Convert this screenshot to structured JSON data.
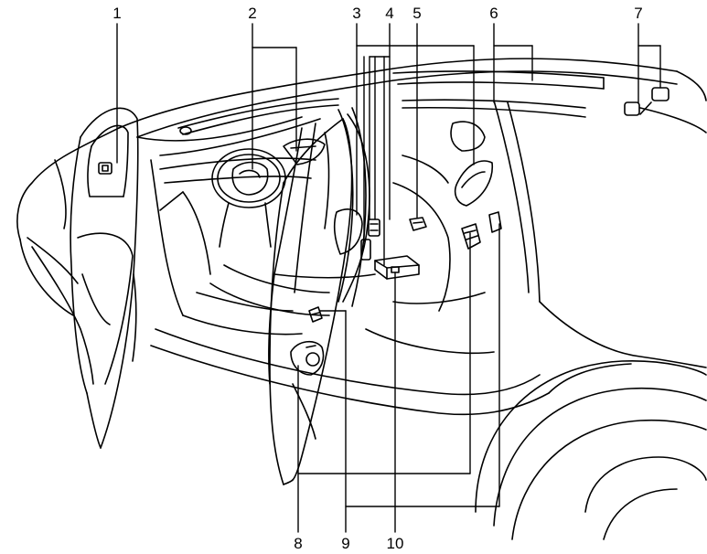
{
  "diagram": {
    "callouts": [
      {
        "id": "c1",
        "label": "1"
      },
      {
        "id": "c2",
        "label": "2"
      },
      {
        "id": "c3",
        "label": "3"
      },
      {
        "id": "c4",
        "label": "4"
      },
      {
        "id": "c5",
        "label": "5"
      },
      {
        "id": "c6",
        "label": "6"
      },
      {
        "id": "c7",
        "label": "7"
      },
      {
        "id": "c8",
        "label": "8"
      },
      {
        "id": "c9",
        "label": "9"
      },
      {
        "id": "c10",
        "label": "10"
      }
    ],
    "colors": {
      "line": "#000000",
      "background": "#ffffff"
    }
  }
}
